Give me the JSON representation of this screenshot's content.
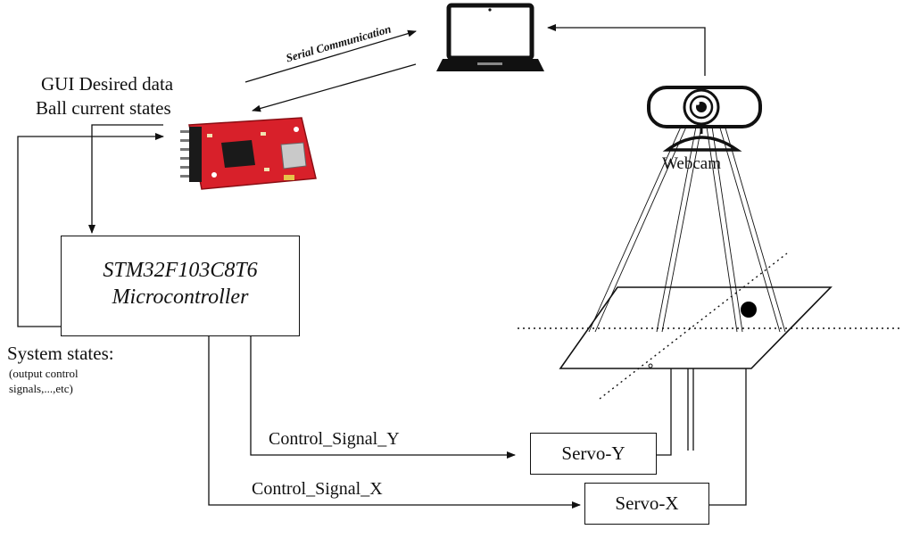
{
  "laptop": {
    "icon": "laptop-icon"
  },
  "usb_module": {
    "icon": "usb-serial-module-icon"
  },
  "webcam": {
    "icon": "webcam-icon",
    "label": "Webcam"
  },
  "serial_link": {
    "label": "Serial Communication"
  },
  "usb_labels": {
    "line1": "GUI Desired data",
    "line2": "Ball current states"
  },
  "microcontroller": {
    "line1": "STM32F103C8T6",
    "line2": "Microcontroller"
  },
  "system_states": {
    "title": "System states:",
    "sub1": "(output control",
    "sub2": "signals,...,etc)"
  },
  "signals": {
    "y": "Control_Signal_Y",
    "x": "Control_Signal_X"
  },
  "servos": {
    "y": "Servo-Y",
    "x": "Servo-X"
  },
  "plate": {
    "icon": "plate-icon",
    "ball_icon": "ball-icon"
  },
  "colors": {
    "line": "#111111",
    "pcb_red": "#d8202a",
    "ball": "#000000"
  }
}
